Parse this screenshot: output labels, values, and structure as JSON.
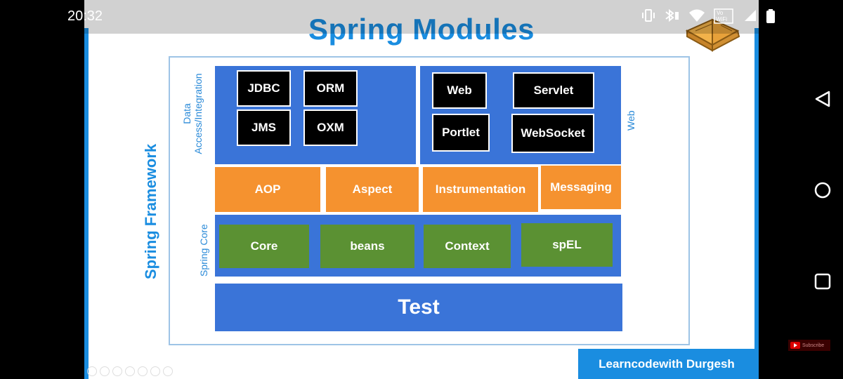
{
  "status_bar": {
    "time": "20:32",
    "icons": [
      "vibrate-icon",
      "bluetooth-battery-icon",
      "wifi-icon",
      "volte-wifi-icon",
      "signal-icon",
      "battery-icon"
    ],
    "volte_text": "Vo\nWiFi"
  },
  "slide": {
    "title": "Spring Modules",
    "side_label": "Spring Framework",
    "groups": {
      "data_access": "Data\nAccess/Integration",
      "data_access_line1": "Data",
      "data_access_line2": "Access/Integration",
      "web": "Web",
      "spring_core": "Spring Core"
    },
    "data_modules": [
      "JDBC",
      "ORM",
      "JMS",
      "OXM"
    ],
    "web_modules": [
      "Web",
      "Servlet",
      "Portlet",
      "WebSocket"
    ],
    "middle_modules": [
      "AOP",
      "Aspect",
      "Instrumentation",
      "Messaging"
    ],
    "core_modules": [
      "Core",
      "beans",
      "Context",
      "spEL"
    ],
    "test": "Test",
    "brand": "Learncodewith Durgesh"
  },
  "youtube": {
    "label": "Subscribe"
  },
  "nav": {
    "icons": [
      "back-icon",
      "home-icon",
      "recents-icon"
    ]
  },
  "colors": {
    "accent_blue": "#1a8de0",
    "panel_blue": "#3a74d8",
    "orange": "#f5922f",
    "green": "#5b9133"
  }
}
